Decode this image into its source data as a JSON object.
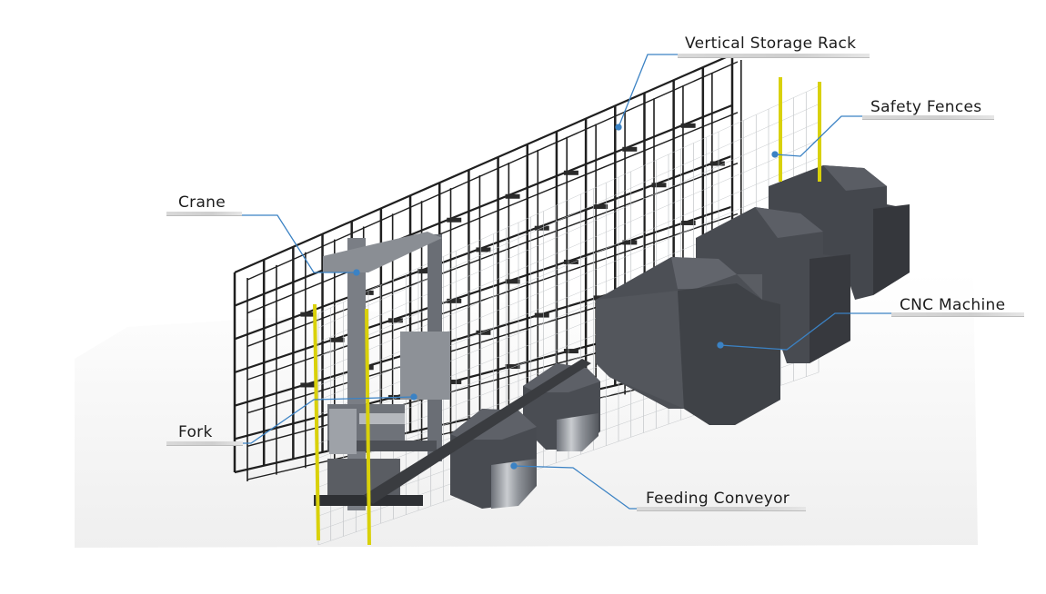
{
  "callouts": {
    "rack": {
      "text": "Vertical Storage Rack"
    },
    "fences": {
      "text": "Safety Fences"
    },
    "crane": {
      "text": "Crane"
    },
    "cnc": {
      "text": "CNC Machine"
    },
    "fork": {
      "text": "Fork"
    },
    "feeding": {
      "text": "Feeding Conveyor"
    }
  },
  "colors": {
    "rack": "#1f1f1f",
    "machine": "#4a4d53",
    "machine_dark": "#3a3c41",
    "machine_light": "#5c5f66",
    "safety_yellow": "#d9d10a",
    "leader": "#3b82c4",
    "steel": "#9a9ea4"
  }
}
